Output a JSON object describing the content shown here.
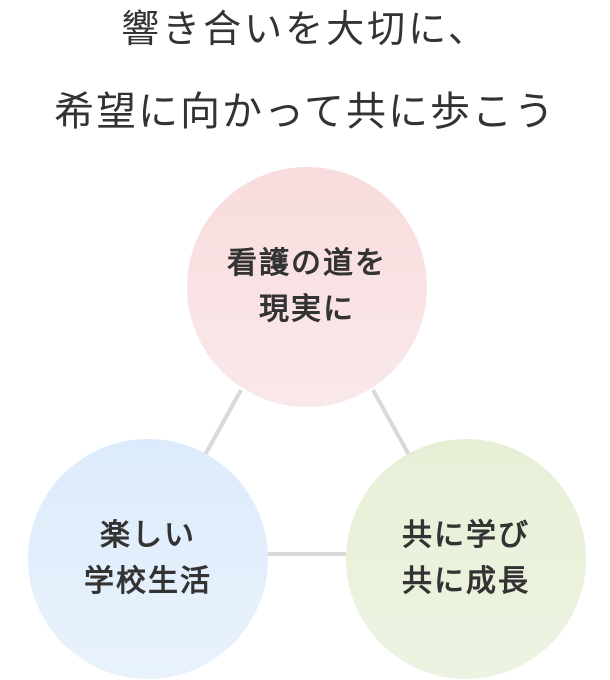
{
  "headline": {
    "line1": "響き合いを大切に、",
    "line2": "希望に向かって共に歩こう"
  },
  "circles": {
    "top": {
      "line1": "看護の道を",
      "line2": "現実に"
    },
    "left": {
      "line1": "楽しい",
      "line2": "学校生活"
    },
    "right": {
      "line1": "共に学び",
      "line2": "共に成長"
    }
  },
  "colors": {
    "text": "#333333",
    "connector": "#d9d9d9",
    "top_circle": "#f9e0e2",
    "left_circle": "#e0eefb",
    "right_circle": "#e8f1da"
  }
}
